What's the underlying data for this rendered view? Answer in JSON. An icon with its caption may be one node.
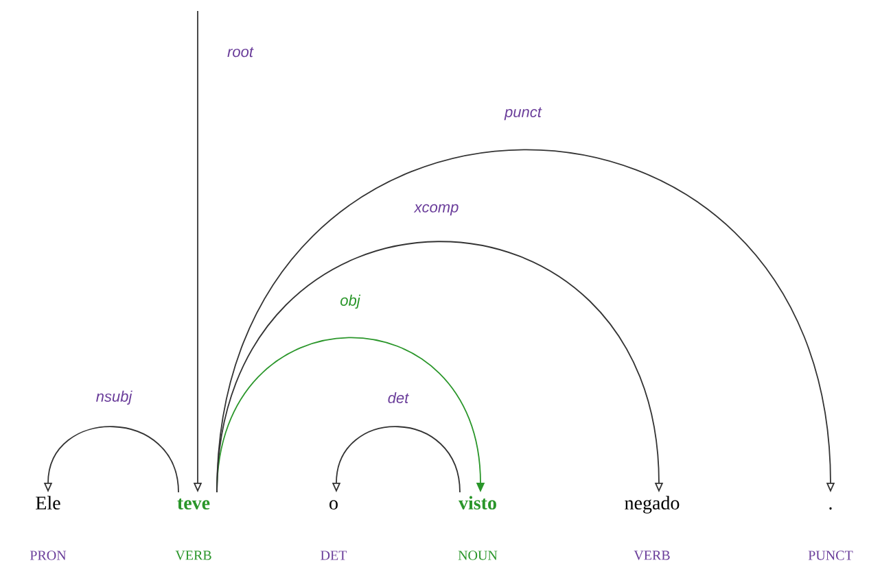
{
  "diagram": {
    "nodes": [
      {
        "text": [
          "Ele"
        ],
        "beside": [
          "PRON"
        ]
      },
      {
        "text": [
          "teve"
        ],
        "beside": [
          "VERB"
        ]
      },
      {
        "text": [
          "o"
        ],
        "beside": [
          "DET"
        ]
      },
      {
        "text": [
          "visto"
        ],
        "beside": [
          "NOUN"
        ]
      },
      {
        "text": [
          "negado"
        ],
        "beside": [
          "VERB"
        ]
      },
      {
        "text": [
          "."
        ],
        "beside": [
          "PUNCT"
        ]
      }
    ],
    "edges": [
      {
        "from": null,
        "to": 1,
        "arrow": "to",
        "label": "root"
      },
      {
        "from": 1,
        "to": 0,
        "arrow": "to",
        "label": "nsubj"
      },
      {
        "from": 3,
        "to": 2,
        "arrow": "to",
        "label": "det"
      },
      {
        "from": 1,
        "to": 3,
        "arrow": "to",
        "label": "obj",
        "color": "#2a962a"
      },
      {
        "from": 1,
        "to": 4,
        "arrow": "to",
        "label": "xcomp"
      },
      {
        "from": 1,
        "to": 5,
        "arrow": "to",
        "label": "punct"
      }
    ]
  }
}
